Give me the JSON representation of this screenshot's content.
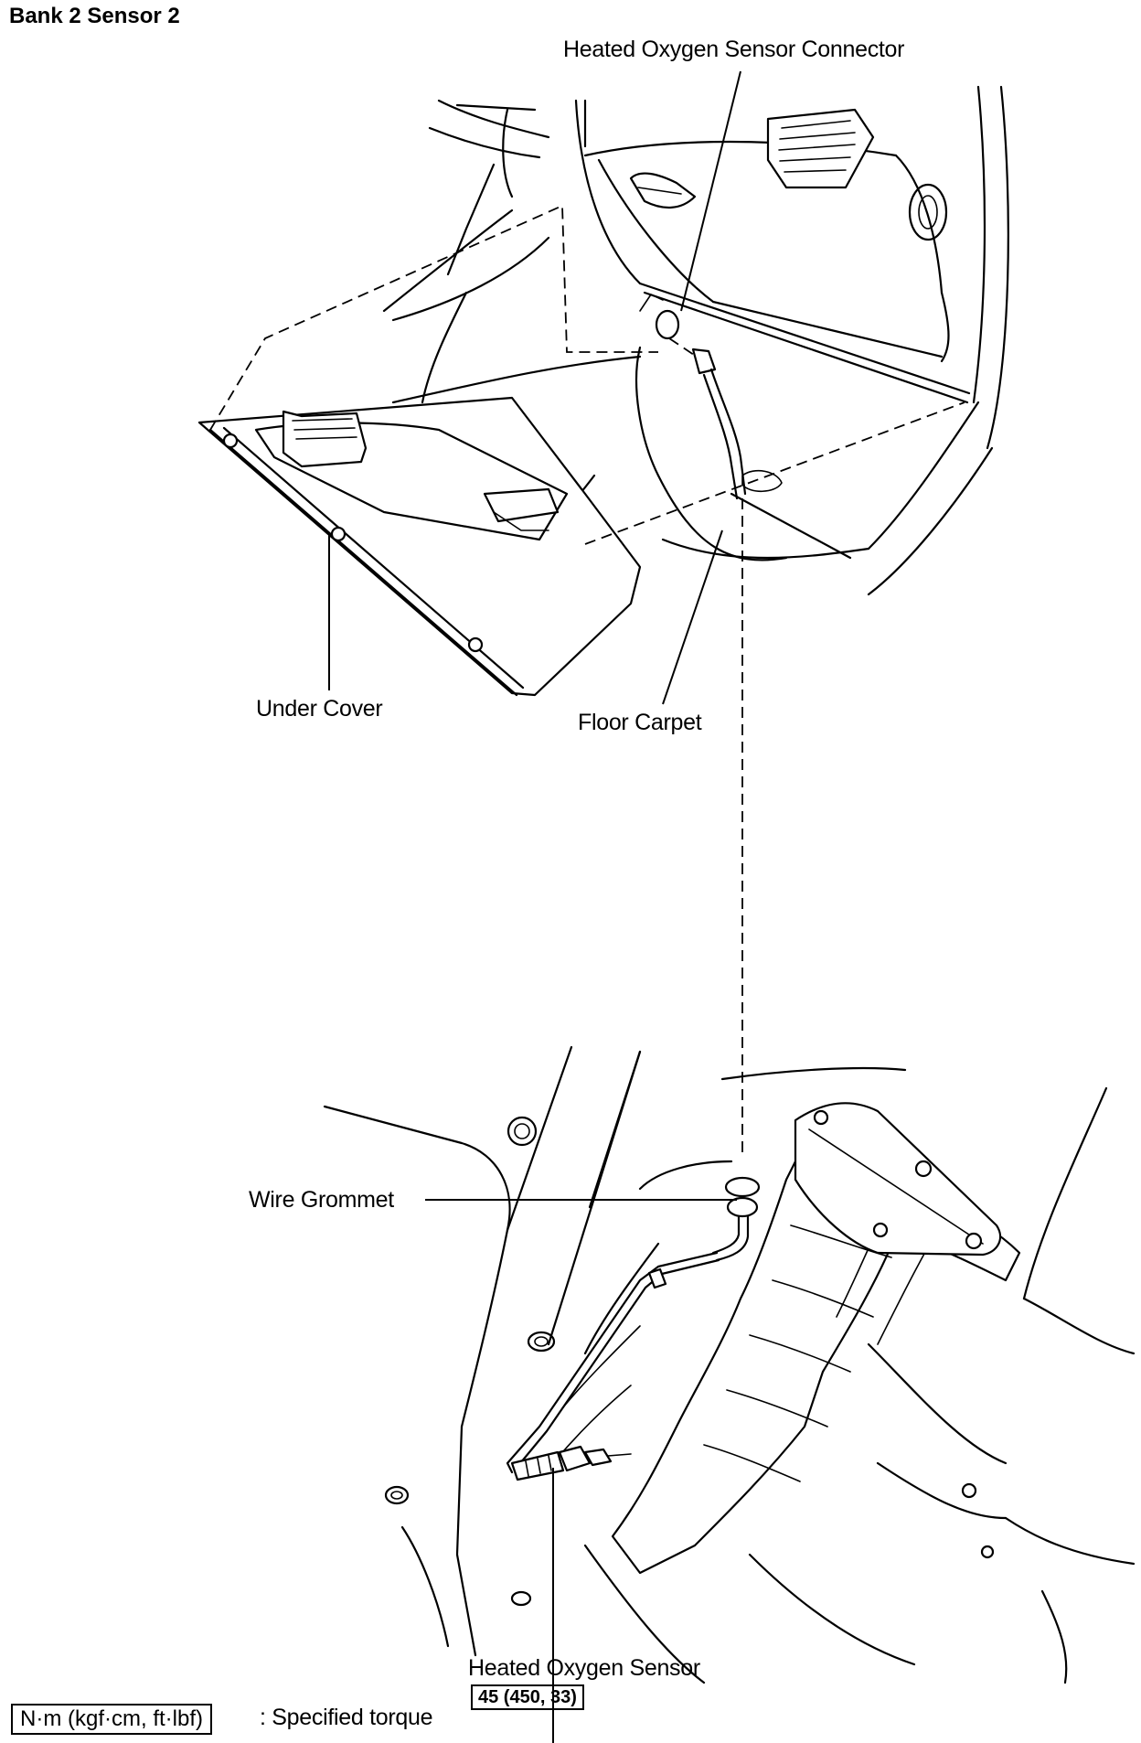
{
  "title": "Bank 2 Sensor 2",
  "labels": {
    "connector": "Heated Oxygen Sensor Connector",
    "under_cover": "Under Cover",
    "floor_carpet": "Floor Carpet",
    "wire_grommet": "Wire Grommet",
    "sensor": "Heated Oxygen Sensor"
  },
  "torque": "45 (450, 33)",
  "legend": {
    "unit": "N·m (kgf·cm, ft·lbf)",
    "text": ": Specified torque"
  }
}
